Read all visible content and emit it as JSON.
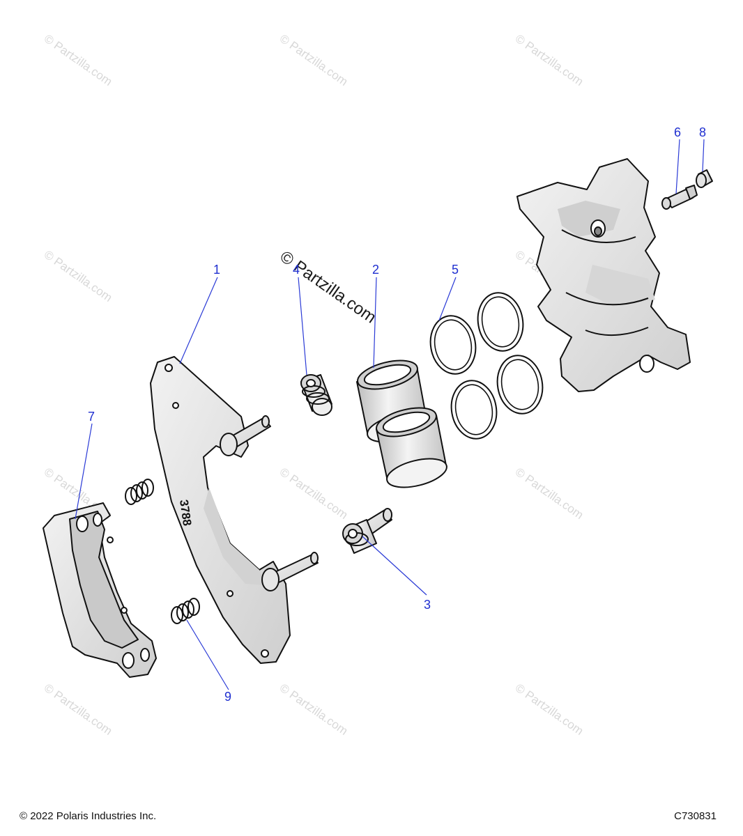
{
  "watermark": {
    "text": "© Partzilla.com",
    "center_text": "© Partzilla.com"
  },
  "callouts": [
    {
      "id": "callout-1",
      "label": "1"
    },
    {
      "id": "callout-2",
      "label": "2"
    },
    {
      "id": "callout-3",
      "label": "3"
    },
    {
      "id": "callout-4",
      "label": "4"
    },
    {
      "id": "callout-5",
      "label": "5"
    },
    {
      "id": "callout-6",
      "label": "6"
    },
    {
      "id": "callout-7",
      "label": "7"
    },
    {
      "id": "callout-8",
      "label": "8"
    },
    {
      "id": "callout-9",
      "label": "9"
    }
  ],
  "bracket_marking": "3788",
  "footer": {
    "copyright": "© 2022 Polaris Industries Inc.",
    "drawing_code": "C730831"
  },
  "colors": {
    "callout": "#1f2fd0",
    "part_fill": "#e8e8e8",
    "part_shade": "#bdbdbd",
    "outline": "#111111"
  }
}
